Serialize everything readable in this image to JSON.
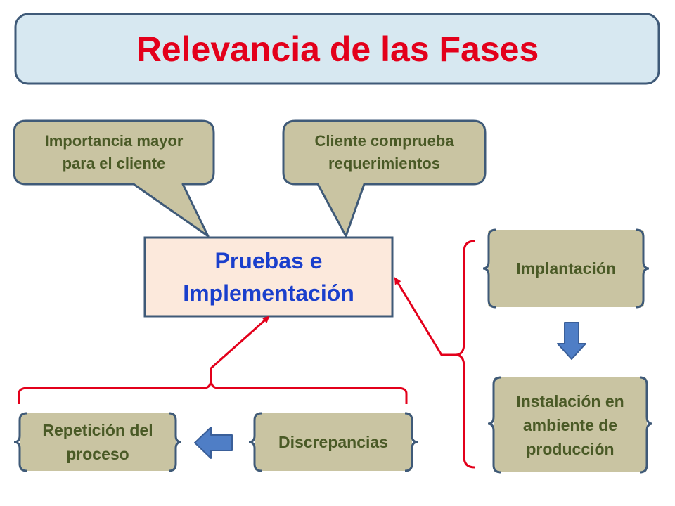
{
  "title": "Relevancia de las Fases",
  "center": "Pruebas e\nImplementación",
  "callouts": [
    "Importancia mayor\npara el cliente",
    "Cliente comprueba\nrequerimientos"
  ],
  "boxes": {
    "implantacion": "Implantación",
    "instalacion": "Instalación en\nambiente de\nproducción",
    "repeticion": "Repetición del\nproceso",
    "discrepancias": "Discrepancias"
  },
  "colors": {
    "title_text": "#e3001b",
    "title_fill": "#d7e8f1",
    "outline": "#3f5a78",
    "callout_fill": "#c9c4a2",
    "callout_text": "#4a5a26",
    "center_fill": "#fce9dc",
    "center_text": "#1a3fcc",
    "connector": "#e3001b",
    "block_arrow": "#4f7ec6"
  }
}
